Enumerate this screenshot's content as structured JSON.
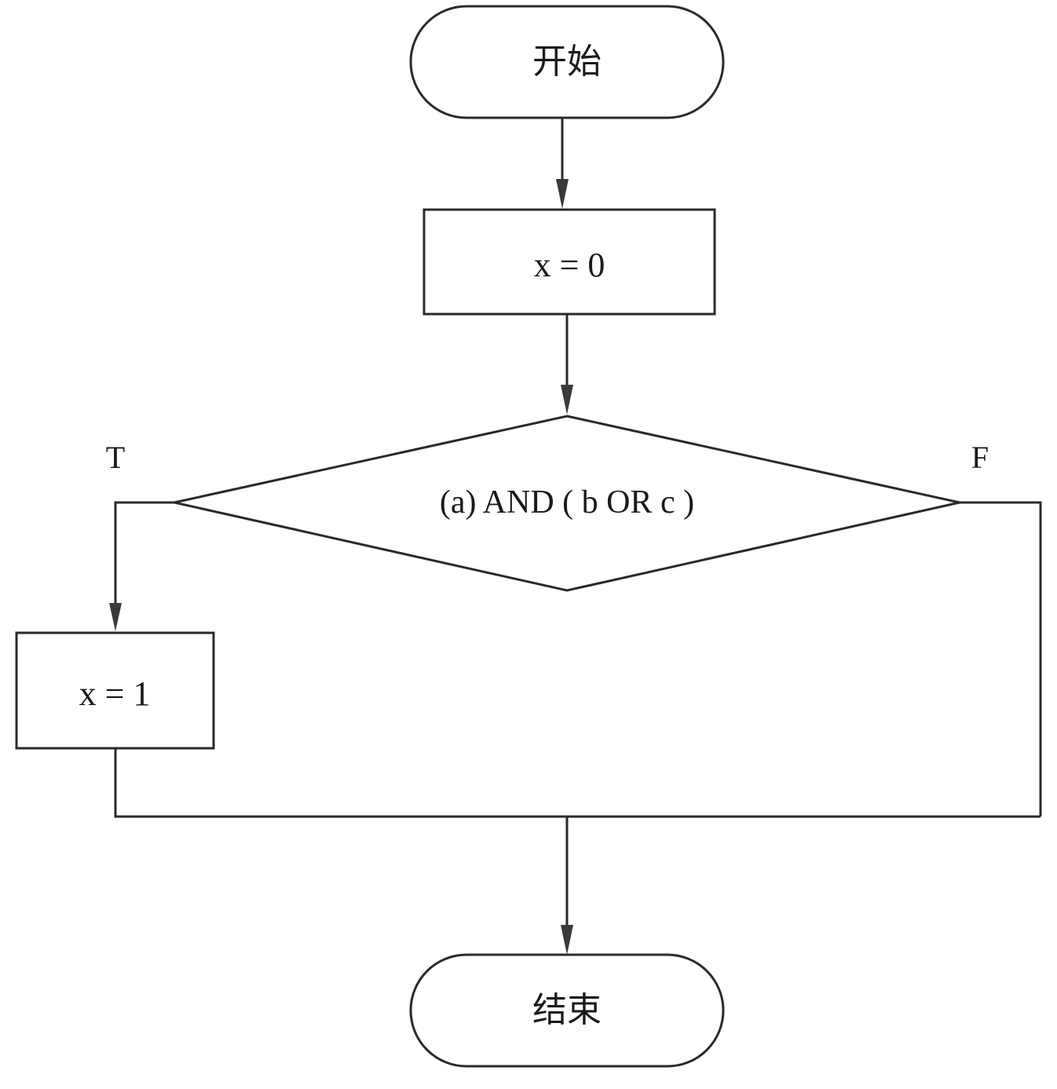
{
  "diagram": {
    "type": "flowchart",
    "nodes": {
      "start": {
        "shape": "terminator",
        "label": "开始"
      },
      "init": {
        "shape": "process",
        "label": "x = 0"
      },
      "decision": {
        "shape": "decision",
        "label": "(a) AND ( b OR c )"
      },
      "assign": {
        "shape": "process",
        "label": "x = 1"
      },
      "end": {
        "shape": "terminator",
        "label": "结束"
      }
    },
    "branches": {
      "true_label": "T",
      "false_label": "F"
    },
    "edges": [
      {
        "from": "start",
        "to": "init"
      },
      {
        "from": "init",
        "to": "decision"
      },
      {
        "from": "decision",
        "to": "assign",
        "label": "T"
      },
      {
        "from": "decision",
        "to": "end",
        "label": "F"
      },
      {
        "from": "assign",
        "to": "end"
      }
    ]
  }
}
